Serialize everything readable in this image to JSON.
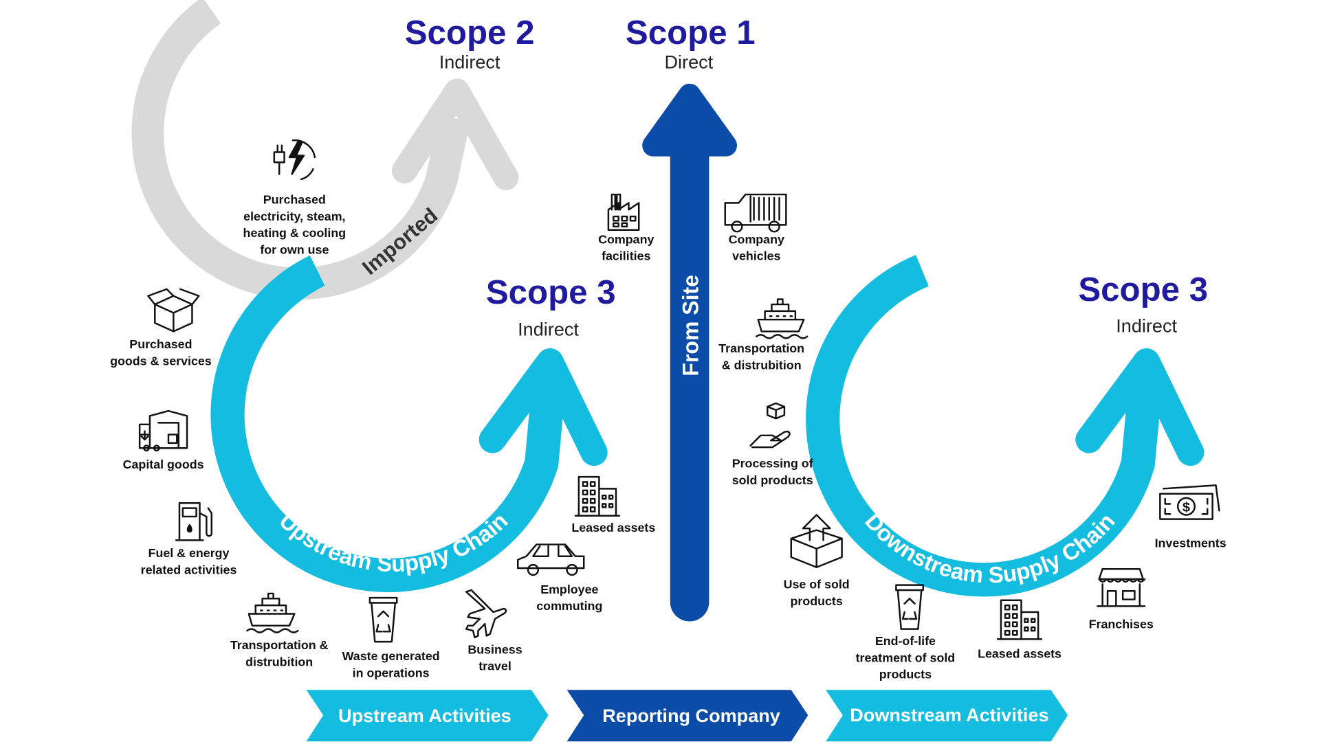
{
  "colors": {
    "cyan": "#14bde0",
    "dark_blue": "#0a4ca8",
    "gray": "#d9d9d9",
    "scope_title": "#1f1a9e"
  },
  "scopes": {
    "scope2": {
      "title": "Scope 2",
      "subtitle": "Indirect"
    },
    "scope1": {
      "title": "Scope 1",
      "subtitle": "Direct"
    },
    "scope3_upstream": {
      "title": "Scope 3",
      "subtitle": "Indirect"
    },
    "scope3_downstream": {
      "title": "Scope 3",
      "subtitle": "Indirect"
    }
  },
  "arrows": {
    "imported": "Imported",
    "from_site": "From Site",
    "upstream_chain": "Upstream Supply Chain",
    "downstream_chain": "Downstream Supply Chain"
  },
  "items": [
    {
      "icon": "plug-lightning-icon",
      "lines": [
        "Purchased",
        "electricity, steam,",
        "heating & cooling",
        "for own use"
      ]
    },
    {
      "icon": "factory-icon",
      "lines": [
        "Company",
        "facilities"
      ]
    },
    {
      "icon": "truck-icon",
      "lines": [
        "Company",
        "vehicles"
      ]
    },
    {
      "icon": "open-box-icon",
      "lines": [
        "Purchased",
        "goods & services"
      ]
    },
    {
      "icon": "warehouse-icon",
      "lines": [
        "Capital goods"
      ]
    },
    {
      "icon": "fuel-pump-icon",
      "lines": [
        "Fuel & energy",
        "related activities"
      ]
    },
    {
      "icon": "ship-icon",
      "lines": [
        "Transportation &",
        "distrubition"
      ]
    },
    {
      "icon": "recycle-bin-icon",
      "lines": [
        "Waste generated",
        "in operations"
      ]
    },
    {
      "icon": "airplane-icon",
      "lines": [
        "Business",
        "travel"
      ]
    },
    {
      "icon": "car-icon",
      "lines": [
        "Employee",
        "commuting"
      ]
    },
    {
      "icon": "building-icon",
      "lines": [
        "Leased assets"
      ]
    },
    {
      "icon": "ship-icon",
      "lines": [
        "Transportation",
        "& distrubition"
      ]
    },
    {
      "icon": "hand-box-icon",
      "lines": [
        "Processing of",
        "sold products"
      ]
    },
    {
      "icon": "box-arrow-icon",
      "lines": [
        "Use of sold",
        "products"
      ]
    },
    {
      "icon": "recycle-bin-icon",
      "lines": [
        "End-of-life",
        "treatment of sold",
        "products"
      ]
    },
    {
      "icon": "building-icon",
      "lines": [
        "Leased assets"
      ]
    },
    {
      "icon": "store-icon",
      "lines": [
        "Franchises"
      ]
    },
    {
      "icon": "money-icon",
      "lines": [
        "Investments"
      ]
    }
  ],
  "bands": [
    "Upstream Activities",
    "Reporting Company",
    "Downstream Activities"
  ]
}
